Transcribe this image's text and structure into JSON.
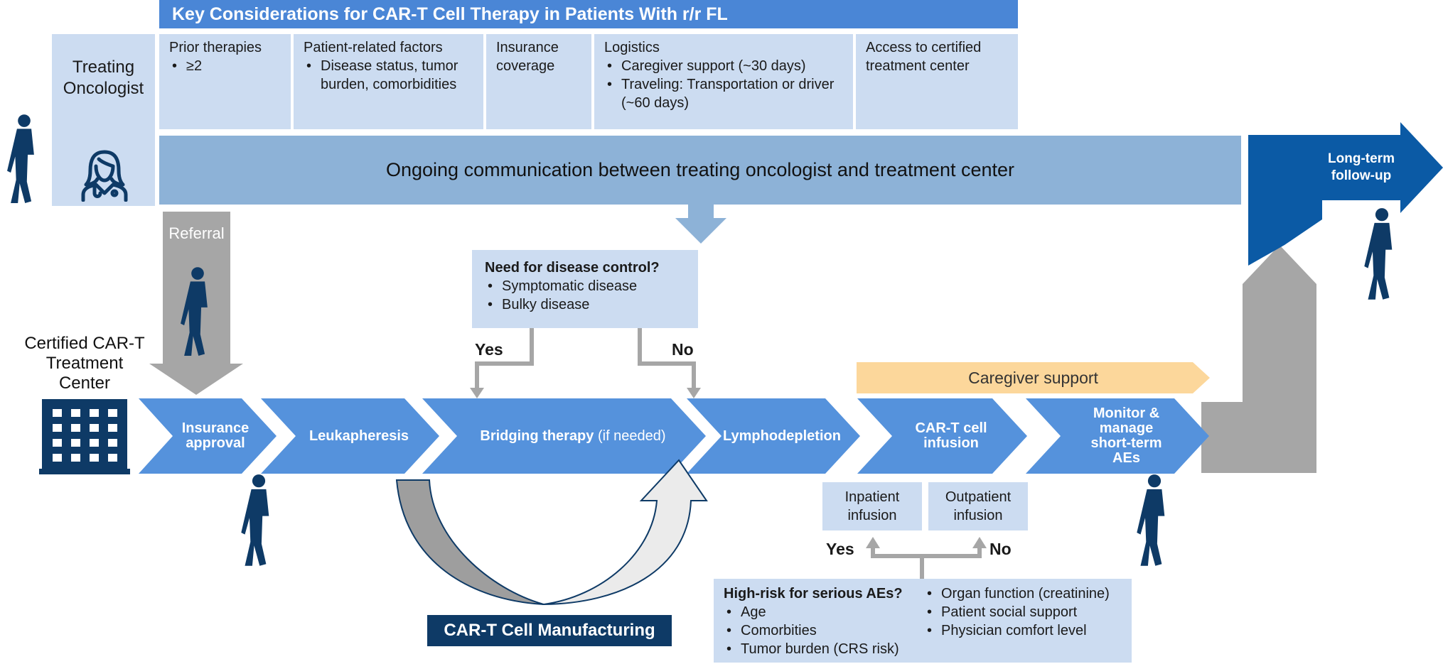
{
  "title": "Key Considerations for CAR-T Cell Therapy in Patients With r/r FL",
  "treating_oncologist": "Treating\nOncologist",
  "considerations": [
    {
      "heading": "Prior therapies",
      "bullets": [
        "≥2"
      ]
    },
    {
      "heading": "Patient-related factors",
      "bullets": [
        "Disease status, tumor burden, comorbidities"
      ]
    },
    {
      "heading": "Insurance coverage",
      "bullets": []
    },
    {
      "heading": "Logistics",
      "bullets": [
        "Caregiver support (~30 days)",
        "Traveling: Transportation or driver (~60 days)"
      ]
    },
    {
      "heading": "Access to certified treatment center",
      "bullets": []
    }
  ],
  "communication": "Ongoing communication between treating oncologist and treatment center",
  "long_term": "Long-term\nfollow-up",
  "referral": "Referral",
  "center_label": "Certified CAR-T\nTreatment\nCenter",
  "disease_control": {
    "heading": "Need for disease control?",
    "bullets": [
      "Symptomatic disease",
      "Bulky disease"
    ],
    "yes": "Yes",
    "no": "No"
  },
  "caregiver_support": "Caregiver support",
  "steps": {
    "insurance": "Insurance\napproval",
    "leukapheresis": "Leukapheresis",
    "bridging": "Bridging therapy",
    "bridging_note": "(if needed)",
    "lymphodepletion": "Lymphodepletion",
    "infusion": "CAR-T cell\ninfusion",
    "monitor": "Monitor &\nmanage\nshort-term\nAEs"
  },
  "manufacturing": "CAR-T Cell Manufacturing",
  "infusion_options": {
    "inpatient": "Inpatient\ninfusion",
    "outpatient": "Outpatient\ninfusion",
    "yes": "Yes",
    "no": "No"
  },
  "high_risk": {
    "heading": "High-risk for serious AEs?",
    "left": [
      "Age",
      "Comorbities",
      "Tumor burden (CRS risk)"
    ],
    "right": [
      "Organ function (creatinine)",
      "Patient social support",
      "Physician comfort level"
    ]
  },
  "colors": {
    "header": "#4a86d6",
    "chevron": "#5592dc",
    "comm": "#8db2d7",
    "light": "#ccdcf1",
    "dark_blue": "#0b5aa5",
    "navy": "#0e3a66",
    "gray": "#a6a6a6",
    "caregiver": "#fcd79b"
  }
}
